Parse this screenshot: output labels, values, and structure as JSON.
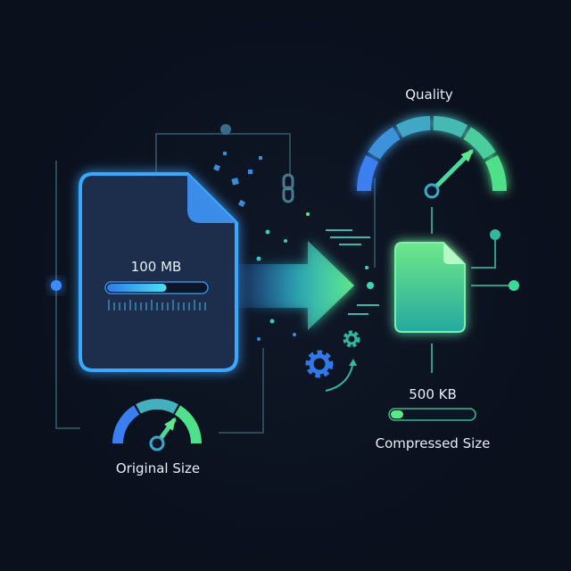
{
  "original": {
    "size_label": "100 MB",
    "caption": "Original Size",
    "progress_percent": 60,
    "icon": "document-icon"
  },
  "compressed": {
    "size_label": "500 KB",
    "caption": "Compressed Size",
    "progress_percent": 15,
    "icon": "document-icon"
  },
  "quality": {
    "label": "Quality",
    "gauge_percent": 75
  },
  "colors": {
    "background": "#0a101c",
    "original_blue": "#3a8cff",
    "compressed_green": "#4fe08a",
    "teal": "#2fb8a8"
  },
  "icons": [
    "arrow-right-icon",
    "gear-icon",
    "link-icon",
    "gauge-icon"
  ]
}
